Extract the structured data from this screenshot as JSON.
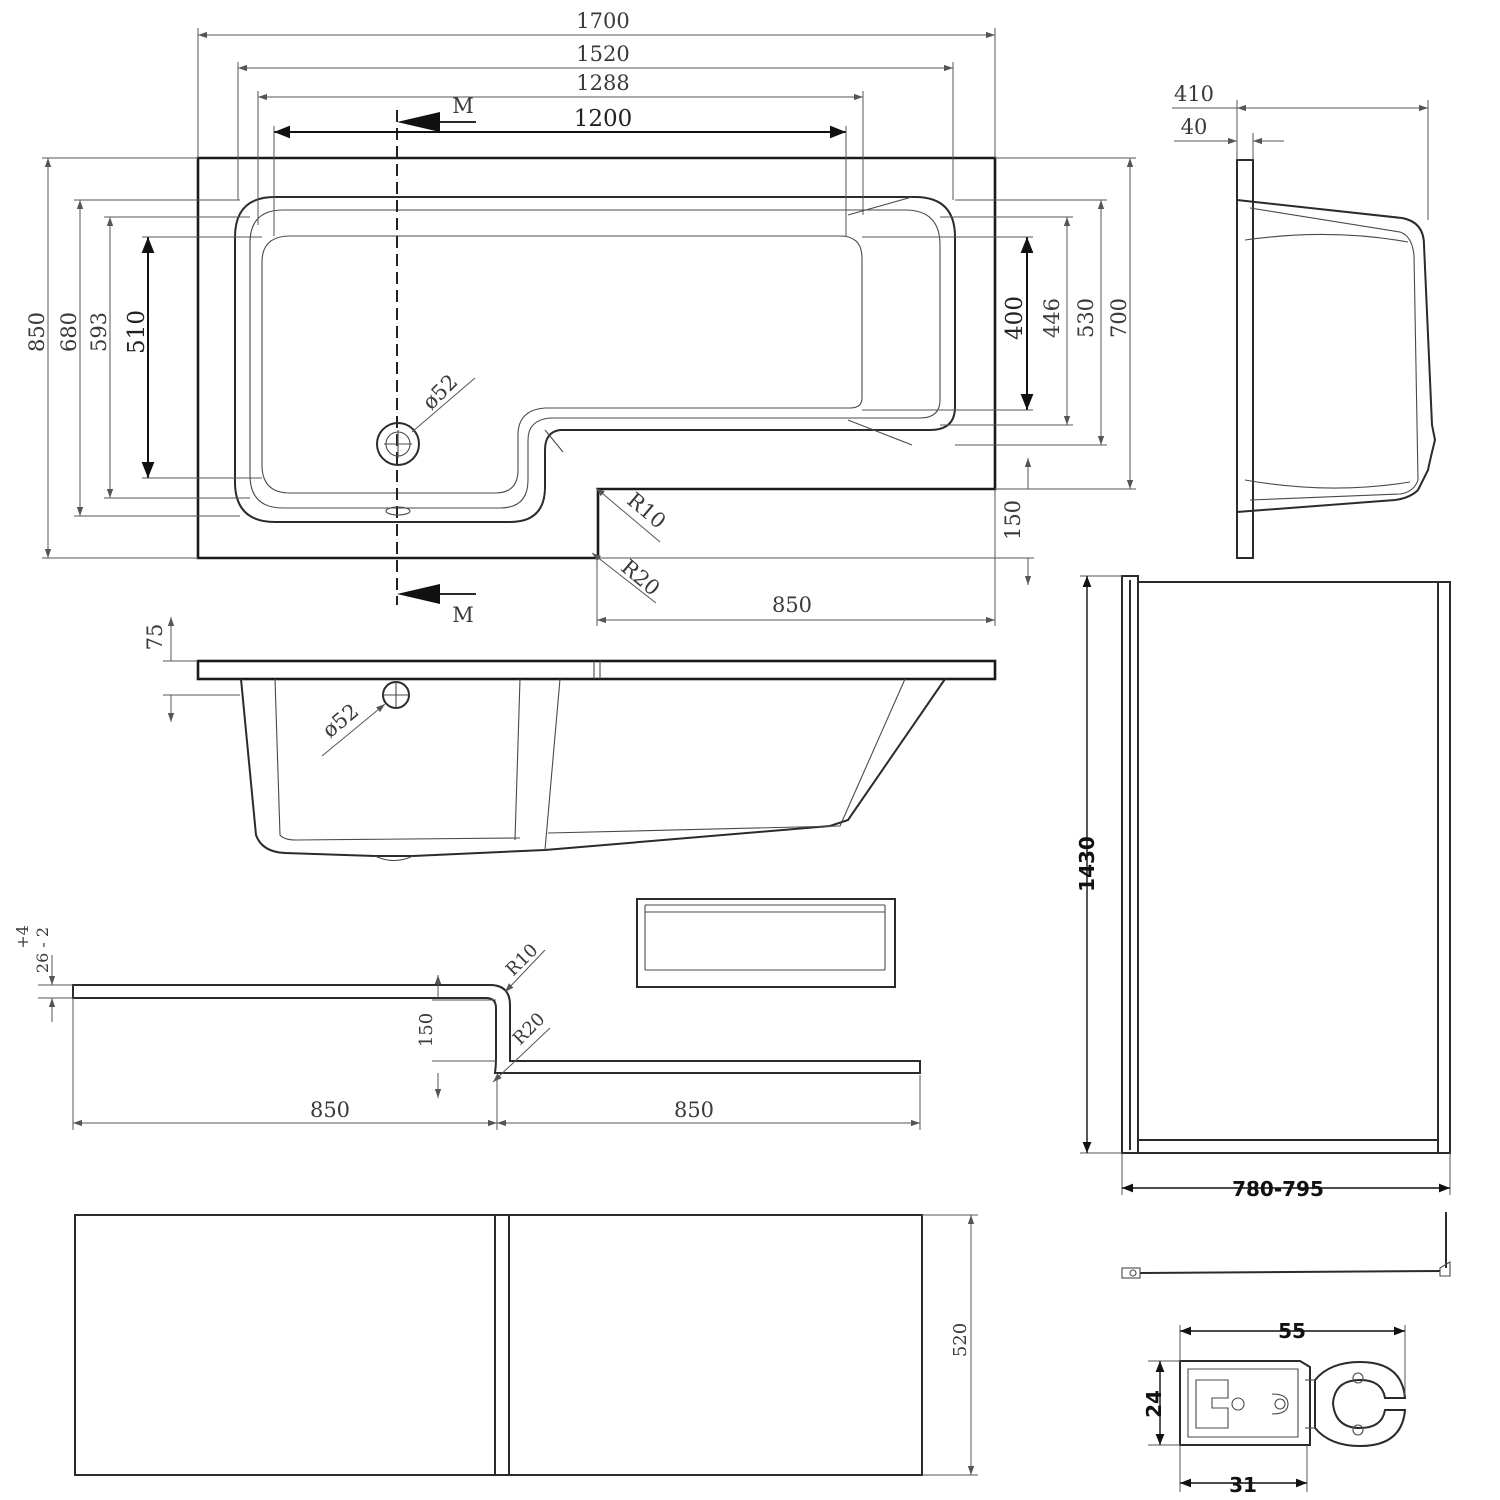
{
  "top_view": {
    "width_overall": "1700",
    "width_1": "1520",
    "width_2": "1288",
    "width_3": "1200",
    "section_mark_top": "M",
    "section_mark_bottom": "M",
    "height_overall": "850",
    "height_1": "680",
    "height_2": "593",
    "height_3": "510",
    "right_1": "400",
    "right_2": "446",
    "right_3": "530",
    "right_4": "700",
    "step": "150",
    "waste_dia": "ø52",
    "radius_10": "R10",
    "radius_20": "R20",
    "shower_width": "850"
  },
  "side_section": {
    "rim": "75",
    "waste_dia": "ø52"
  },
  "end_view": {
    "depth": "410",
    "flange": "40"
  },
  "panel_top": {
    "tolerance_plus": "+4",
    "tolerance_base": "26 - 2",
    "radius_10": "R10",
    "radius_20": "R20",
    "step": "150",
    "left": "850",
    "right": "850"
  },
  "front_panel": {
    "height": "520"
  },
  "screen": {
    "height": "1430",
    "width": "780-795"
  },
  "profile": {
    "width_total": "55",
    "height": "24",
    "width_part": "31"
  }
}
